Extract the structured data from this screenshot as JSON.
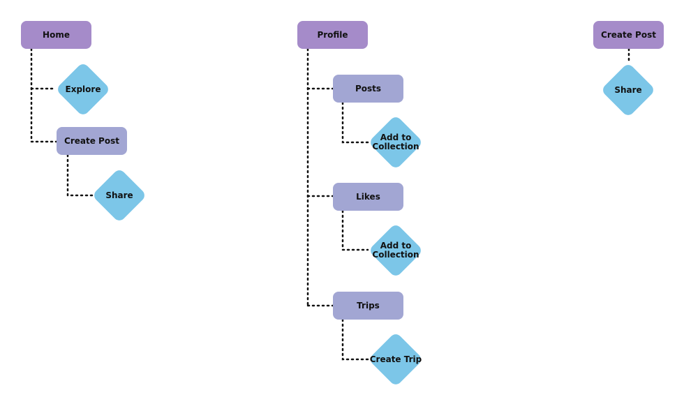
{
  "colors": {
    "page_node": "#a58bc9",
    "subpage_node": "#a2a6d3",
    "action_node": "#7cc6e8",
    "connector": "#111111"
  },
  "columns": {
    "home": {
      "title": "Home",
      "explore": "Explore",
      "create_post": "Create Post",
      "share": "Share"
    },
    "profile": {
      "title": "Profile",
      "posts": "Posts",
      "posts_action": "Add to\nCollection",
      "likes": "Likes",
      "likes_action": "Add to\nCollection",
      "trips": "Trips",
      "trips_action": "Create Trip"
    },
    "create_post": {
      "title": "Create Post",
      "share": "Share"
    }
  }
}
